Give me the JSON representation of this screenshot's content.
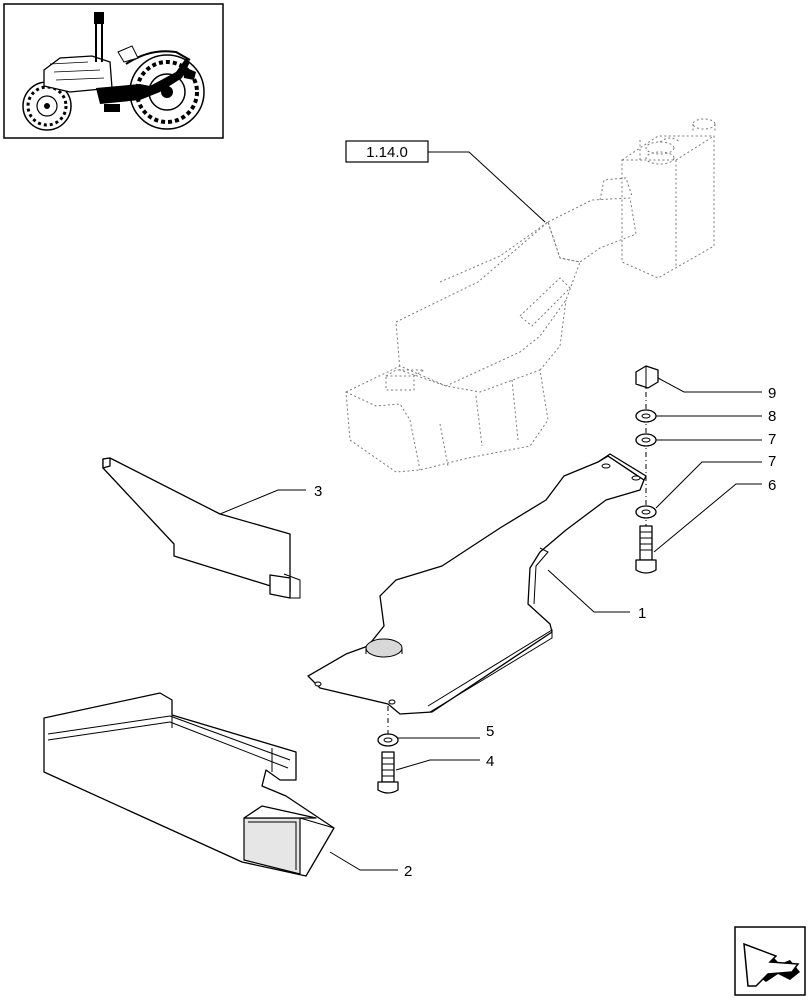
{
  "reference": {
    "label": "1.14.0"
  },
  "callouts": [
    {
      "id": "1",
      "text": "1"
    },
    {
      "id": "2",
      "text": "2"
    },
    {
      "id": "3",
      "text": "3"
    },
    {
      "id": "4",
      "text": "4"
    },
    {
      "id": "5",
      "text": "5"
    },
    {
      "id": "6",
      "text": "6"
    },
    {
      "id": "7a",
      "text": "7"
    },
    {
      "id": "7b",
      "text": "7"
    },
    {
      "id": "8",
      "text": "8"
    },
    {
      "id": "9",
      "text": "9"
    }
  ],
  "icons": {
    "thumbnail": "tractor-thumbnail-icon",
    "navigation": "next-page-arrow-icon"
  }
}
